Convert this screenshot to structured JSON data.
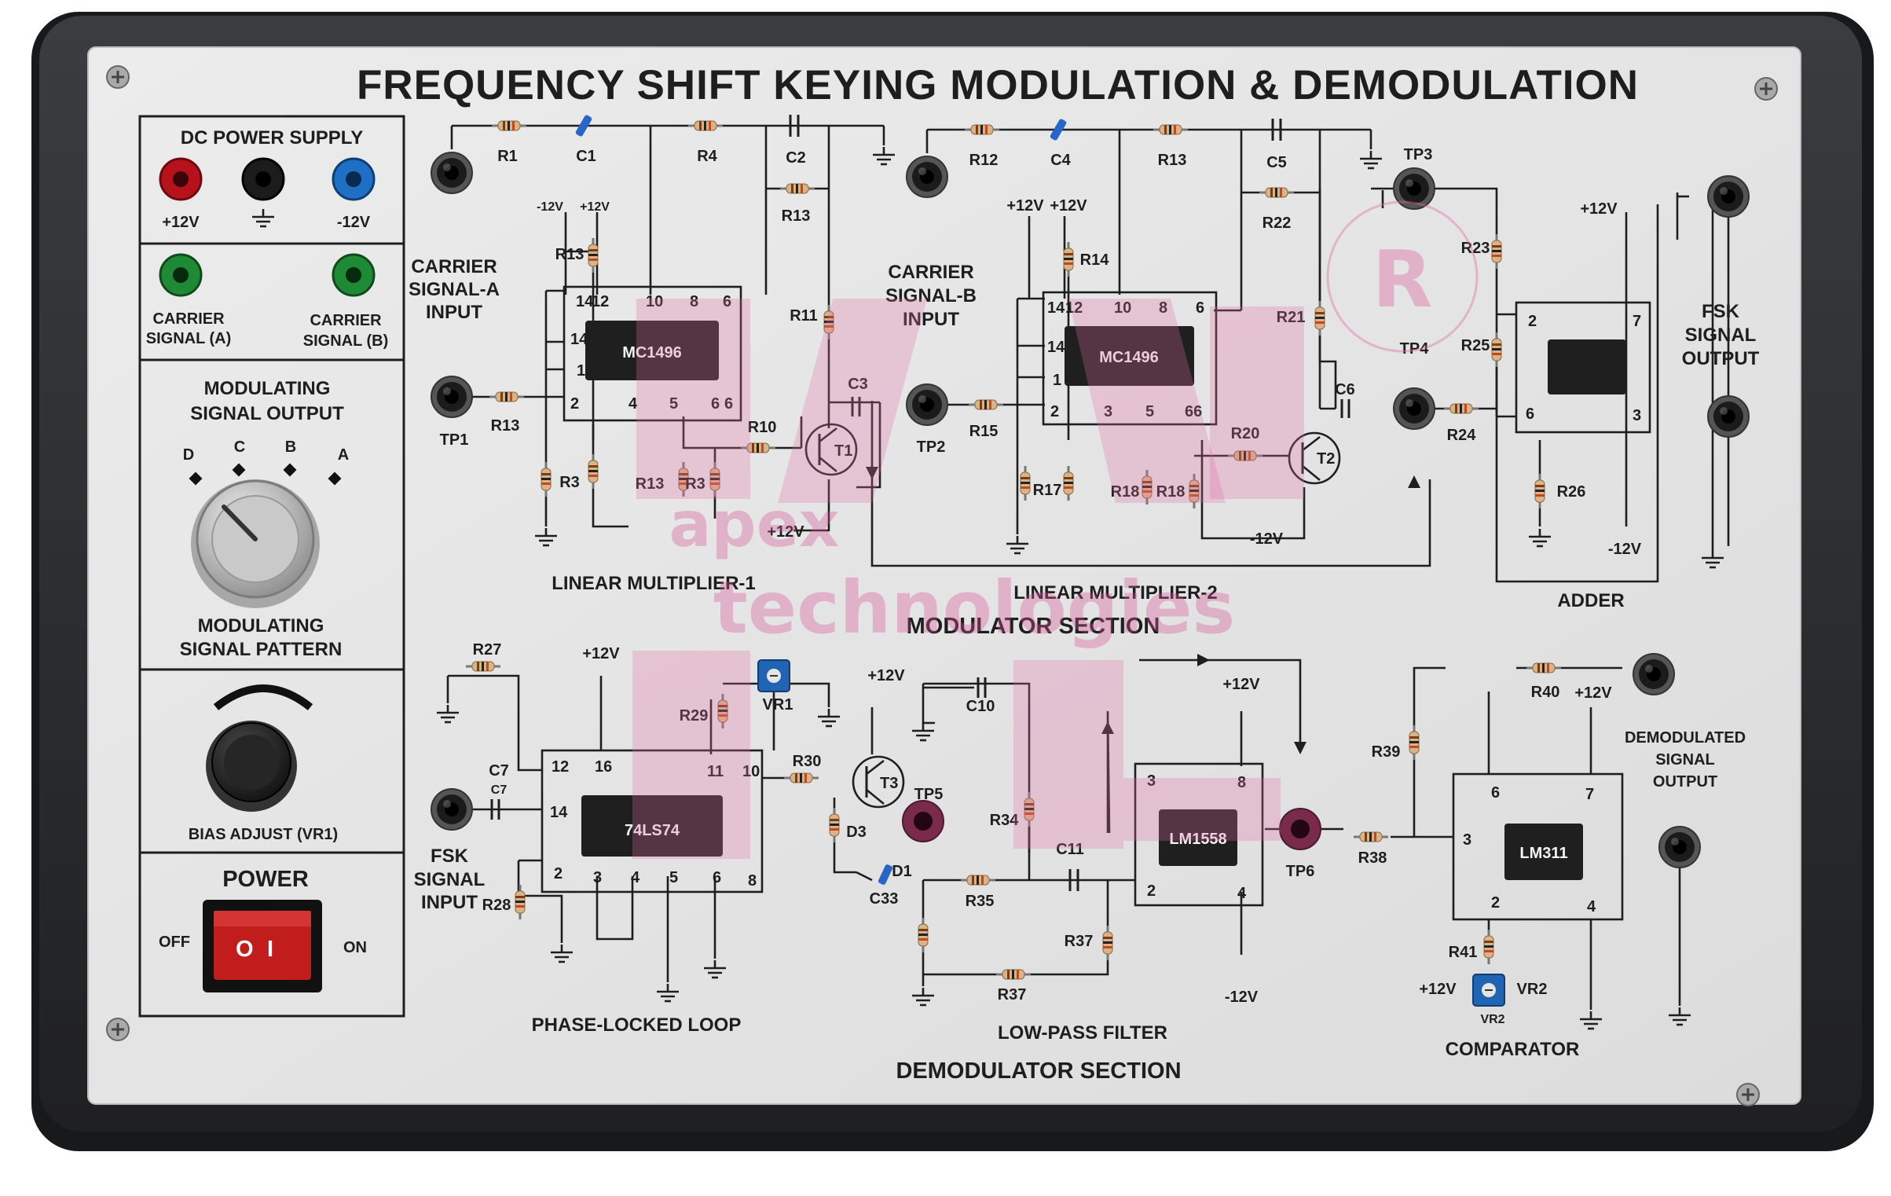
{
  "title": "FREQUENCY SHIFT KEYING MODULATION & DEMODULATION",
  "left_panel": {
    "dc_power_supply": "DC POWER SUPPLY",
    "p12v": "+12V",
    "m12v": "-12V",
    "carrier_a": [
      "CARRIER",
      "SIGNAL (A)"
    ],
    "carrier_b": [
      "CARRIER",
      "SIGNAL (B)"
    ],
    "modulating_output": [
      "MODULATING",
      "SIGNAL OUTPUT"
    ],
    "knob_positions": [
      "D",
      "C",
      "B",
      "A"
    ],
    "modulating_pattern": [
      "MODULATING",
      "SIGNAL PATTERN"
    ],
    "bias_adjust": "BIAS ADJUST (VR1)",
    "power": "POWER",
    "off": "OFF",
    "on": "ON",
    "switch_off_mark": "O",
    "switch_on_mark": "I"
  },
  "modulator": {
    "section": "MODULATOR SECTION",
    "lm1": "LINEAR MULTIPLIER-1",
    "lm2": "LINEAR MULTIPLIER-2",
    "adder": "ADDER",
    "carrier_a_input": [
      "CARRIER",
      "SIGNAL-A",
      "INPUT"
    ],
    "carrier_b_input": [
      "CARRIER",
      "SIGNAL-B",
      "INPUT"
    ],
    "fsk_output": [
      "FSK",
      "SIGNAL",
      "OUTPUT"
    ],
    "ic1": "MC1496",
    "ic2": "MC1496",
    "tp1": "TP1",
    "tp2": "TP2",
    "tp3": "TP3",
    "tp4": "TP4",
    "t1": "T1",
    "t2": "T2",
    "m12": "-12V",
    "p12": "+12V",
    "labels1": [
      "R1",
      "C1",
      "R4",
      "C2",
      "R13",
      "R13",
      "R11",
      "C3",
      "R10",
      "R13",
      "R3",
      "R3",
      "R13"
    ],
    "labels2": [
      "R12",
      "C4",
      "R13",
      "C5",
      "R22",
      "R14",
      "R21",
      "C6",
      "R15",
      "R20",
      "R17",
      "R18",
      "R18"
    ],
    "labels_adder": [
      "R23",
      "R25",
      "R24",
      "R26"
    ],
    "pins1_top": [
      "14",
      "12",
      "10",
      "8",
      "6"
    ],
    "pins1_bottom": [
      "2",
      "4",
      "5",
      "6",
      "6"
    ],
    "pins2_top": [
      "14",
      "12",
      "10",
      "8",
      "6"
    ],
    "pins2_bottom": [
      "2",
      "3",
      "5",
      "66"
    ],
    "adder_pins": [
      "2",
      "7",
      "6",
      "3"
    ],
    "pin14": "14",
    "pin1": "1"
  },
  "demodulator": {
    "section": "DEMODULATOR SECTION",
    "pll": "PHASE-LOCKED LOOP",
    "lpf": "LOW-PASS FILTER",
    "comparator": "COMPARATOR",
    "fsk_input": [
      "FSK",
      "SIGNAL",
      "INPUT"
    ],
    "demod_output": [
      "DEMODULATED",
      "SIGNAL",
      "OUTPUT"
    ],
    "ic_pll": "74LS74",
    "ic_lpf": "LM1558",
    "ic_comp": "LM311",
    "tp5": "TP5",
    "tp6": "TP6",
    "t3": "T3",
    "vr1": "VR1",
    "vr2": "VR2",
    "p12": "+12V",
    "m12": "-12V",
    "labels_pll": [
      "R27",
      "R29",
      "C7",
      "C7",
      "R28",
      "R30",
      "D3",
      "D1",
      "C33"
    ],
    "labels_lpf": [
      "C10",
      "R34",
      "C11",
      "R35",
      "R37",
      "R37"
    ],
    "labels_comp": [
      "R40",
      "R39",
      "R38",
      "R41"
    ],
    "pll_pins_top": [
      "12",
      "16",
      "11",
      "10"
    ],
    "pll_pins_left": [
      "14",
      "2"
    ],
    "pll_pins_bottom": [
      "3",
      "4",
      "5",
      "6",
      "8"
    ],
    "lpf_pins": [
      "3",
      "8",
      "2",
      "4"
    ],
    "comp_pins": [
      "6",
      "7",
      "3",
      "2",
      "4"
    ]
  },
  "watermark": {
    "registered": "R",
    "brand": [
      "apex",
      "technologies"
    ]
  }
}
